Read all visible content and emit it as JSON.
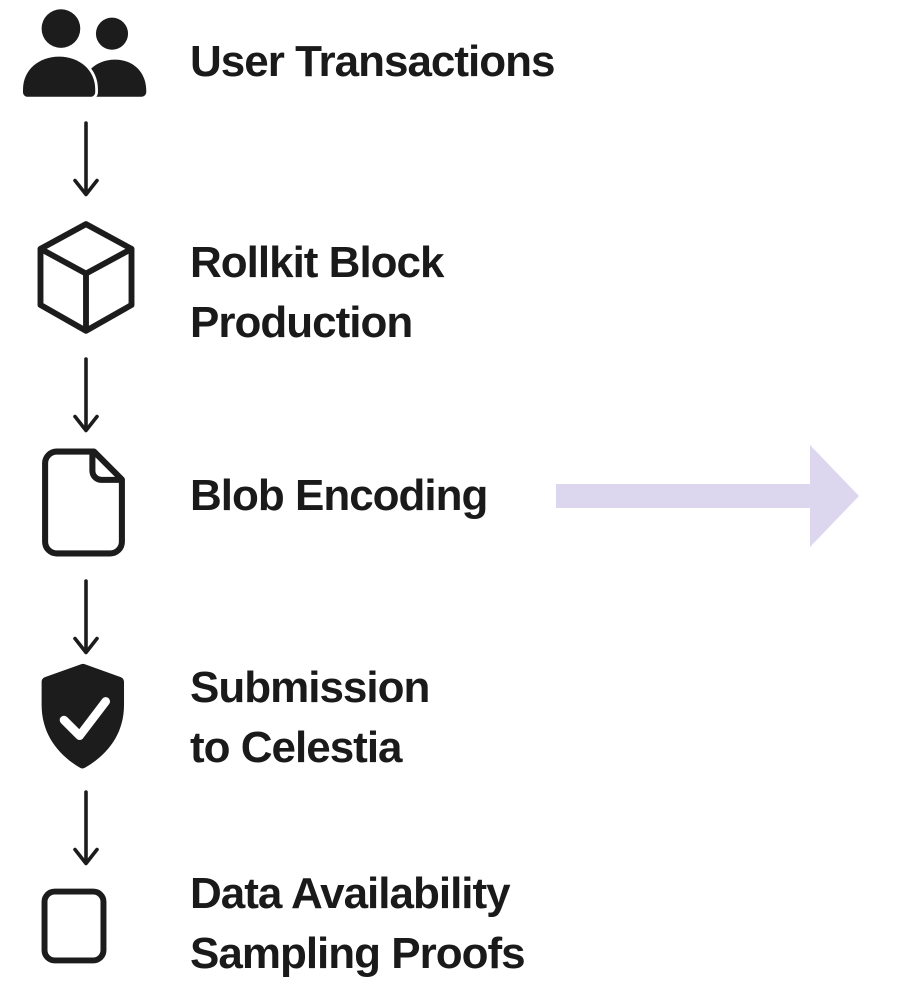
{
  "colors": {
    "background": "#ffffff",
    "text": "#1a1a1a",
    "icon": "#1c1c1c",
    "flow_arrow": "#dcd6ee",
    "check": "#ffffff"
  },
  "steps": [
    {
      "id": "user-transactions",
      "icon": "users-icon",
      "lines": [
        "User Transactions"
      ]
    },
    {
      "id": "rollkit-block-production",
      "icon": "cube-icon",
      "lines": [
        "Rollkit Block",
        "Production"
      ]
    },
    {
      "id": "blob-encoding",
      "icon": "document-icon",
      "lines": [
        "Blob Encoding"
      ]
    },
    {
      "id": "submission-to-celestia",
      "icon": "shield-check-icon",
      "lines": [
        "Submission",
        "to Celestia"
      ]
    },
    {
      "id": "data-availability-sampling-proofs",
      "icon": "square-icon",
      "lines": [
        "Data Availability",
        "Sampling Proofs"
      ]
    }
  ],
  "connectors": {
    "down_arrow_count": 4,
    "right_arrow": {
      "from_step": "Blob Encoding",
      "direction": "right"
    }
  }
}
